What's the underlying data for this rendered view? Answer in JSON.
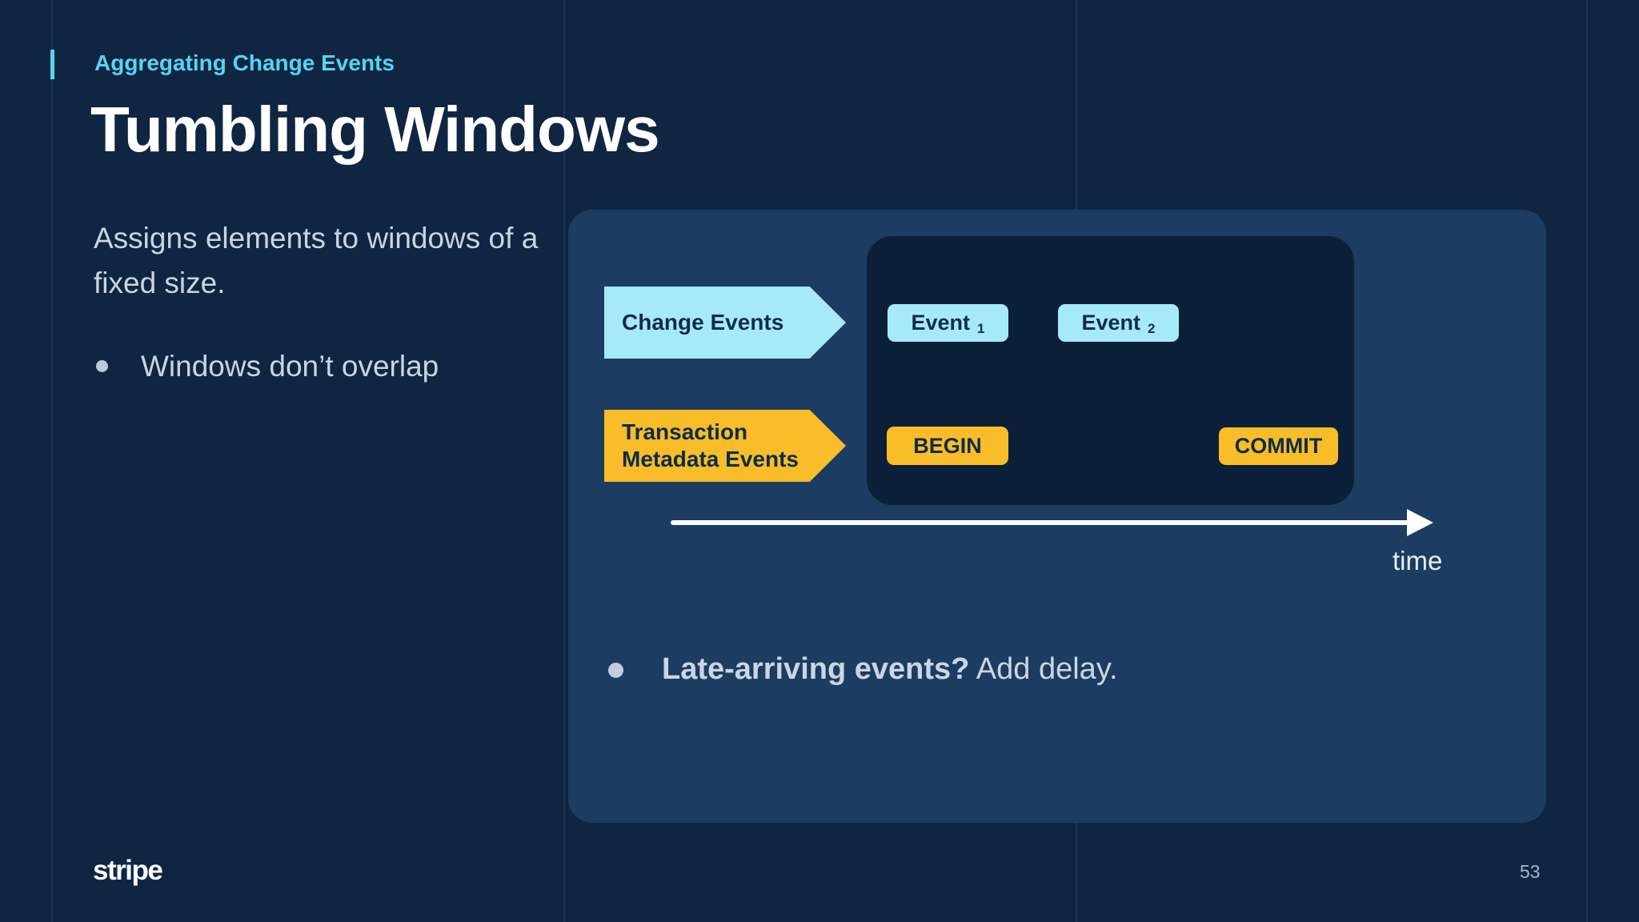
{
  "slide": {
    "eyebrow": "Aggregating Change Events",
    "title": "Tumbling Windows",
    "body": "Assigns elements to windows of a fixed size.",
    "bullet": "Windows don’t overlap",
    "logo": "stripe",
    "page_number": "53"
  },
  "diagram": {
    "change_events_label": "Change Events",
    "transaction_label_line1": "Transaction",
    "transaction_label_line2": "Metadata Events",
    "events": [
      {
        "label": "Event",
        "sub": "1"
      },
      {
        "label": "Event",
        "sub": "2"
      }
    ],
    "begin_label": "BEGIN",
    "commit_label": "COMMIT",
    "time_label": "time",
    "late_bullet_bold": "Late-arriving events?",
    "late_bullet_rest": " Add delay."
  },
  "colors": {
    "background": "#0f2541",
    "panel": "#1c3c62",
    "inner_window": "#0b2038",
    "accent_cyan": "#55d4f4",
    "chip_cyan": "#a6eafa",
    "chip_yellow": "#f8bd29",
    "chip_text": "#0e2c49",
    "body_text": "#c9d5e3",
    "white": "#ffffff"
  }
}
